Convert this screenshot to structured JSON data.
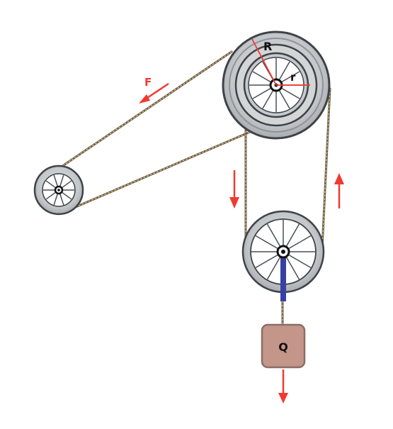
{
  "labels": {
    "force": "F",
    "big_radius": "R",
    "small_radius": "r",
    "load": "Q"
  },
  "colors": {
    "arrow": "#ef3a32",
    "rope": "#6b5a40",
    "rope_dash": "#d8c9a6",
    "wheel_rim": "#c9cbcd",
    "wheel_dark": "#3e4348",
    "hub_rod": "#3840a4",
    "load_fill": "#c4968a",
    "load_stroke": "#8a6e66"
  },
  "icons": {
    "arrow": "force-arrow-icon",
    "spokes": "spoked-wheel-icon"
  }
}
